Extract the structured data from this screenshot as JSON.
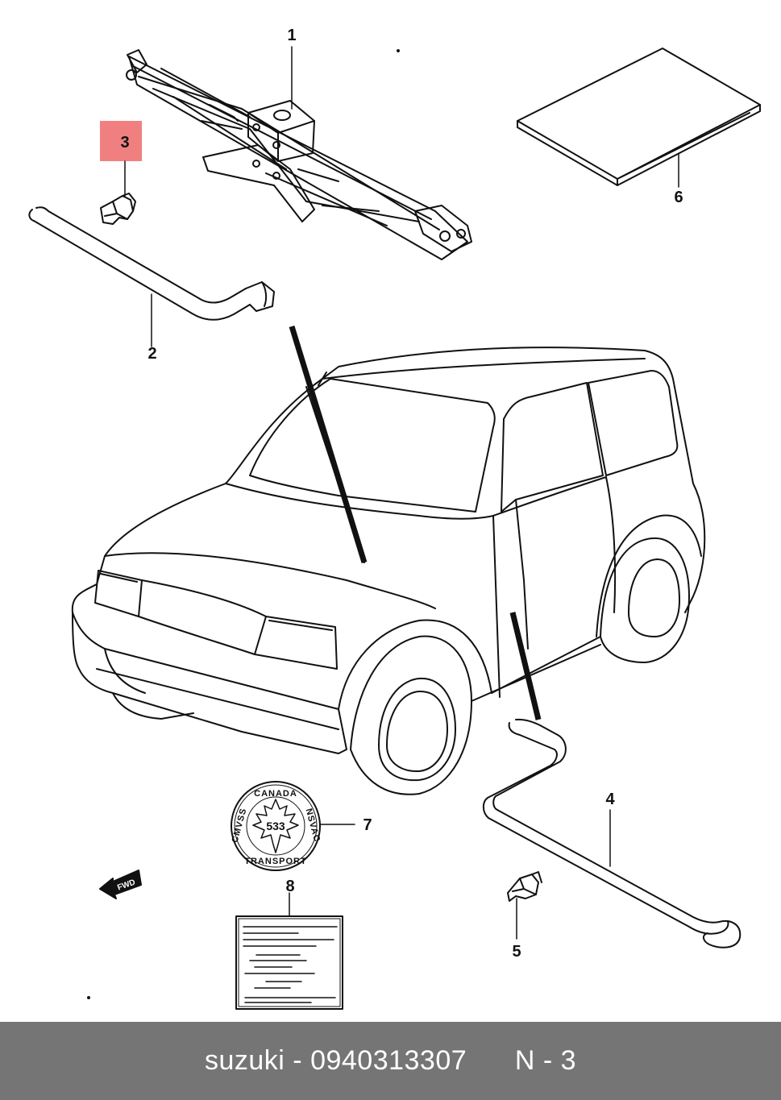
{
  "parts": {
    "p1": "1",
    "p2": "2",
    "p3": "3",
    "p4": "4",
    "p5": "5",
    "p6": "6",
    "p7": "7",
    "p8": "8"
  },
  "seal": {
    "top": "CANADA",
    "left": "CMVSS",
    "right": "NSVAC",
    "bottom": "TRANSPORT",
    "number": "533"
  },
  "fwd_arrow": "FWD",
  "highlight_color": "#f08080",
  "footer": {
    "brand": "suzuki",
    "separator": " - ",
    "part_number": "0940313307",
    "page": "N - 3"
  }
}
